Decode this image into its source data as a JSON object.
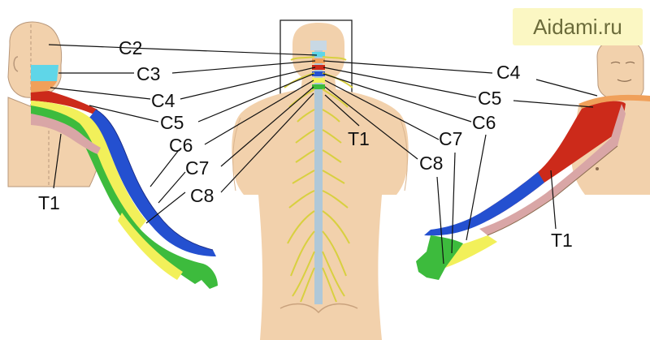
{
  "labels": {
    "left_c2": "C2",
    "left_c3": "C3",
    "left_c4": "C4",
    "left_c5": "C5",
    "left_c6": "C6",
    "left_c7": "C7",
    "left_c8": "C8",
    "left_t1": "T1",
    "center_t1": "T1",
    "right_c4": "C4",
    "right_c5": "C5",
    "right_c6": "C6",
    "right_c7": "C7",
    "right_c8": "C8",
    "right_t1": "T1"
  },
  "watermark": "Aidami.ru",
  "colors": {
    "skin": "#f2d1ac",
    "skin_outline": "#b8977a",
    "c2": "#f2d1ac",
    "c3": "#5fd6e8",
    "c4": "#f0a05a",
    "c5": "#cc2a1a",
    "c6": "#2450d0",
    "c7": "#f2f05a",
    "c8": "#3dbb3d",
    "t1": "#d9a6a6",
    "nerve": "#e8e040",
    "spine": "#b0c8d8",
    "watermark_bg": "#fbf7c3",
    "watermark_text": "#6b6b3a"
  }
}
